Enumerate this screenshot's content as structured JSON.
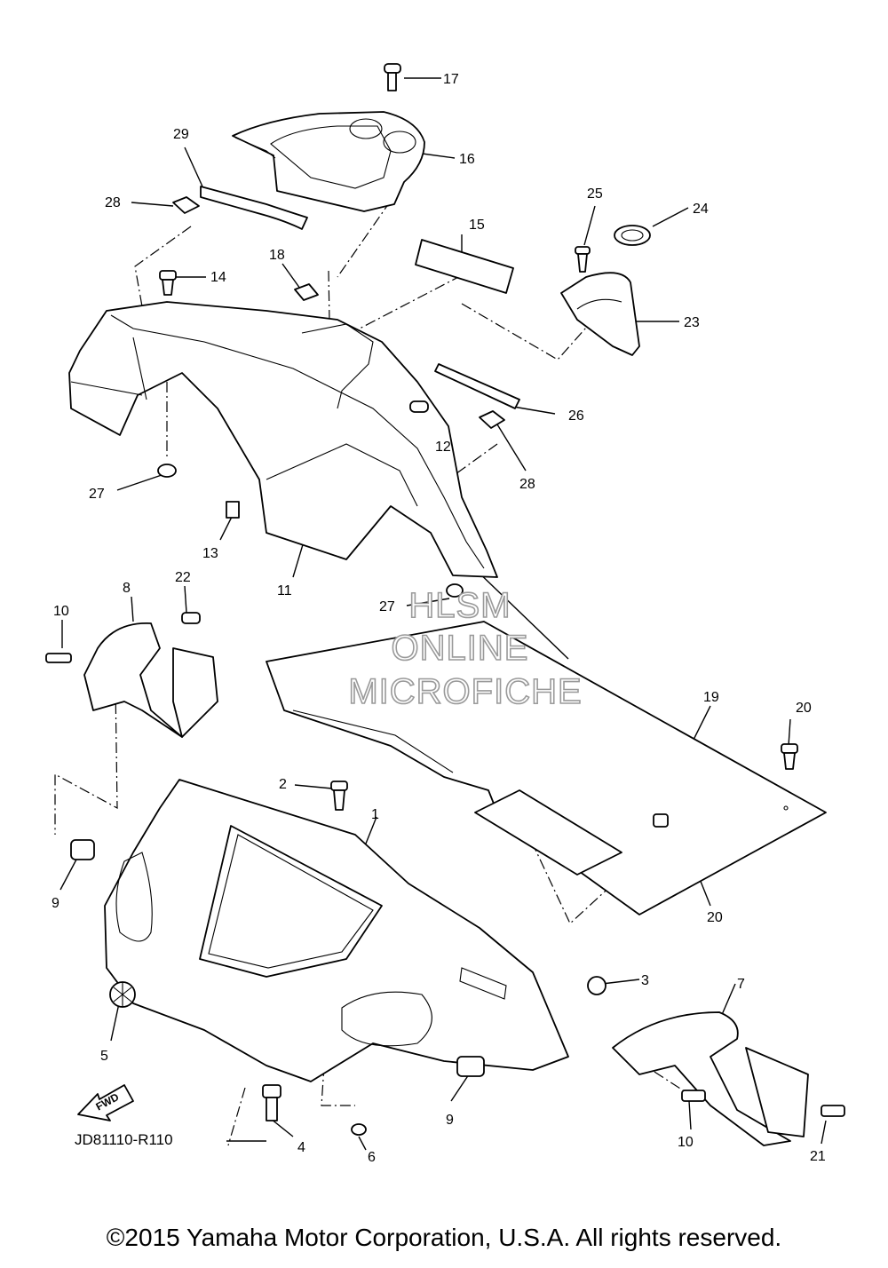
{
  "diagram": {
    "callouts": [
      "17",
      "16",
      "29",
      "28",
      "15",
      "25",
      "24",
      "18",
      "14",
      "23",
      "26",
      "12",
      "28",
      "27",
      "13",
      "11",
      "8",
      "22",
      "10",
      "27",
      "19",
      "20",
      "2",
      "1",
      "9",
      "20",
      "3",
      "7",
      "5",
      "9",
      "10",
      "21",
      "4",
      "6"
    ],
    "watermark": [
      "HLSM",
      "ONLINE",
      "MICROFICHE"
    ],
    "reference_code": "JD81110-R110",
    "fwd_label": "FWD",
    "copyright": "©2015 Yamaha Motor Corporation, U.S.A. All rights reserved."
  }
}
